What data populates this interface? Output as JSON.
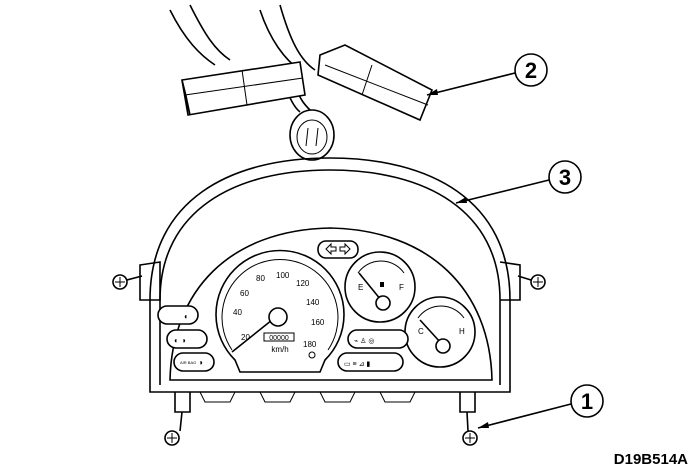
{
  "figure_id": "D19B514A",
  "callouts": [
    "1",
    "2",
    "3"
  ],
  "speedometer": {
    "ticks": [
      "20",
      "40",
      "60",
      "80",
      "100",
      "120",
      "140",
      "160",
      "180"
    ],
    "unit": "km/h",
    "odometer": "00000"
  },
  "fuel_gauge": {
    "empty": "E",
    "full": "F"
  },
  "temp_gauge": {
    "cold": "C",
    "hot": "H"
  },
  "warning_lights": {
    "airbag": "AIR BAG"
  }
}
